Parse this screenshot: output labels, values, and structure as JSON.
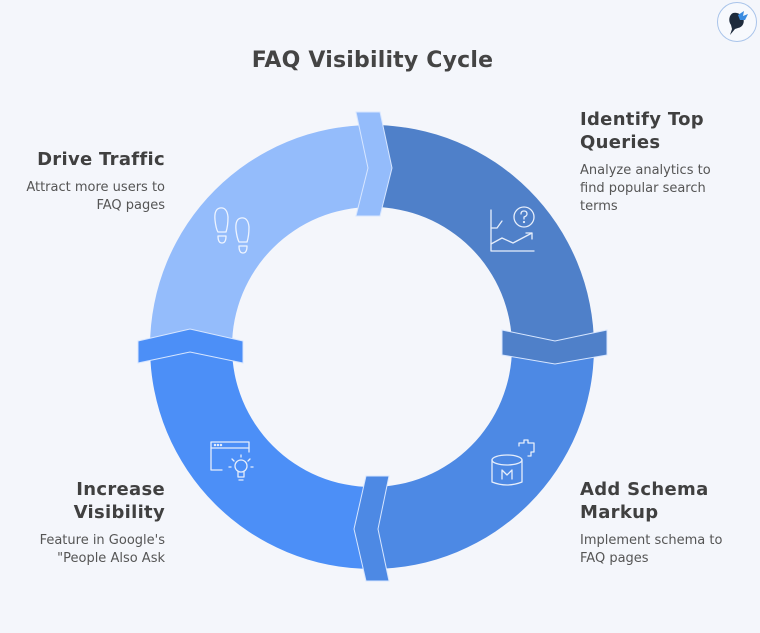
{
  "title": "FAQ Visibility Cycle",
  "logo": {
    "icon": "brand-logo-icon"
  },
  "colors": {
    "background": "#f4f6fb",
    "segment_identify": "#4f80c9",
    "segment_schema": "#4d89e4",
    "segment_visibility": "#4c8ff7",
    "segment_traffic": "#94bcfb",
    "text_heading": "#404040",
    "text_body": "#555555"
  },
  "steps": [
    {
      "heading_line1": "Identify Top",
      "heading_line2": "Queries",
      "desc_line1": "Analyze analytics to",
      "desc_line2": "find popular search",
      "desc_line3": "terms",
      "icon": "chart-question-icon",
      "position": "top-right"
    },
    {
      "heading_line1": "Add Schema",
      "heading_line2": "Markup",
      "desc_line1": "Implement schema to",
      "desc_line2": "FAQ pages",
      "icon": "database-markup-icon",
      "position": "bottom-right"
    },
    {
      "heading_line1": "Increase",
      "heading_line2": "Visibility",
      "desc_line1": "Feature in Google's",
      "desc_line2": "\"People Also Ask",
      "icon": "browser-lightbulb-icon",
      "position": "bottom-left"
    },
    {
      "heading_line1": "Drive Traffic",
      "desc_line1": "Attract more users to",
      "desc_line2": "FAQ pages",
      "icon": "footprints-icon",
      "position": "top-left"
    }
  ]
}
